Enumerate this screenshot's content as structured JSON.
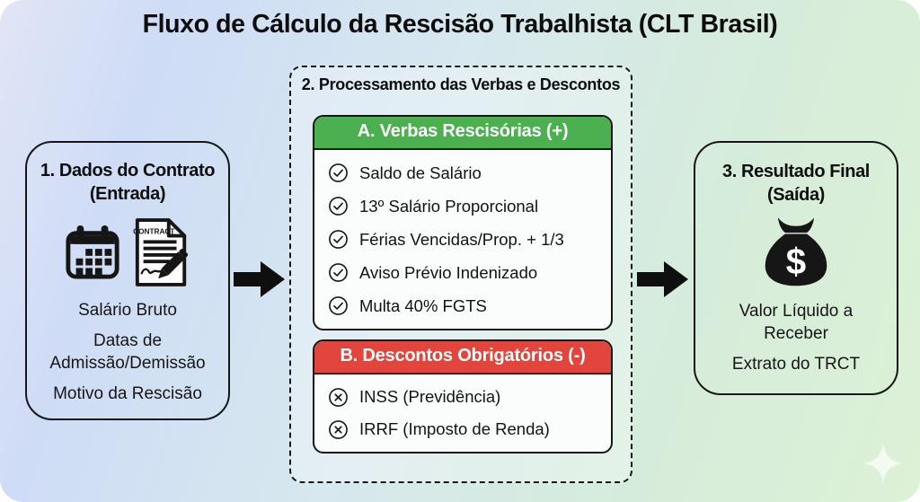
{
  "title": "Fluxo de Cálculo da Rescisão Trabalhista (CLT Brasil)",
  "colors": {
    "verbas_header_green": "#4caf50",
    "descontos_header_red": "#e2453c",
    "outline_ink": "#161616",
    "list_background": "#fafdfb",
    "gradient_left_blue": "#cfdcf6",
    "gradient_right_green": "#dcf1d5"
  },
  "input_box": {
    "title_line1": "1. Dados do Contrato",
    "title_line2": "(Entrada)",
    "contract_icon_label": "CONTRACT",
    "items": [
      "Salário Bruto",
      "Datas de\nAdmissão/Demissão",
      "Motivo da Rescisão"
    ]
  },
  "process_box": {
    "title": "2. Processamento das Verbas e Descontos",
    "sections": [
      {
        "header": "A. Verbas Rescisórias (+)",
        "items": [
          "Saldo de Salário",
          "13º Salário Proporcional",
          "Férias Vencidas/Prop. + 1/3",
          "Aviso Prévio Indenizado",
          "Multa 40% FGTS"
        ]
      },
      {
        "header": "B. Descontos Obrigatórios (-)",
        "items": [
          "INSS (Previdência)",
          "IRRF (Imposto de Renda)"
        ]
      }
    ]
  },
  "output_box": {
    "title_line1": "3. Resultado Final",
    "title_line2": "(Saída)",
    "money_symbol": "$",
    "items": [
      "Valor Líquido a\nReceber",
      "Extrato do TRCT"
    ]
  }
}
